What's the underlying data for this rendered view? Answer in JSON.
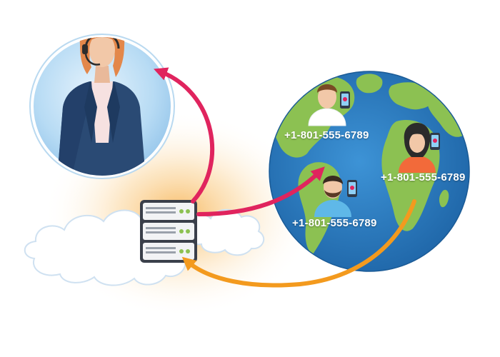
{
  "diagram": {
    "phone_labels": [
      "+1-801-555-6789",
      "+1-801-555-6789",
      "+1-801-555-6789"
    ],
    "nodes": [
      {
        "id": "agent",
        "icon": "call-center-agent-icon"
      },
      {
        "id": "server",
        "icon": "server-rack-icon"
      },
      {
        "id": "globe",
        "icon": "world-globe-icon"
      }
    ],
    "edges": [
      {
        "from": "server",
        "to": "agent",
        "color": "#e0245e"
      },
      {
        "from": "server",
        "to": "globe",
        "color": "#e0245e"
      },
      {
        "from": "globe",
        "to": "server",
        "color": "#f39a1e"
      }
    ]
  },
  "colors": {
    "outbound_arrow": "#e0245e",
    "inbound_arrow": "#f39a1e",
    "ocean": "#2b7fc4",
    "land": "#8cc152",
    "agent_bg": "#a9d3f2",
    "suit": "#2a4a74"
  }
}
